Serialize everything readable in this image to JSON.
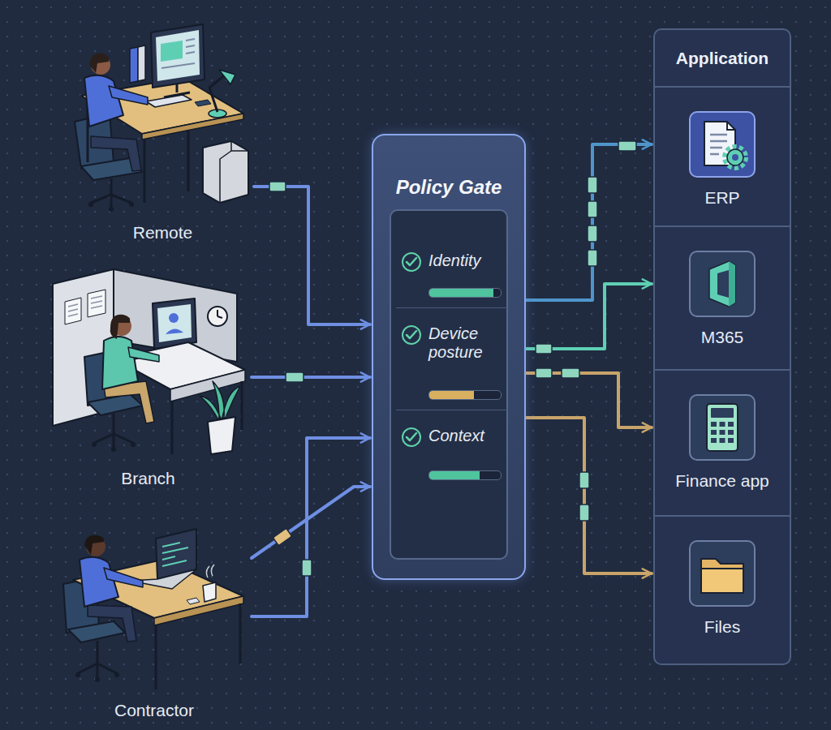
{
  "diagram": {
    "nodes": [
      {
        "text": [
          "Remote"
        ]
      },
      {
        "text": [
          "Branch"
        ]
      },
      {
        "text": [
          "Contractor"
        ]
      },
      {
        "text": [
          "Policy Gate"
        ]
      },
      {
        "text": [
          "Identity"
        ],
        "in": 3
      },
      {
        "text": [
          "Device posture"
        ],
        "in": 3
      },
      {
        "text": [
          "Context"
        ],
        "in": 3
      },
      {
        "text": [
          "Application"
        ]
      },
      {
        "text": [
          "ERP"
        ],
        "in": 7
      },
      {
        "text": [
          "M365"
        ],
        "in": 7
      },
      {
        "text": [
          "Finance app"
        ],
        "in": 7
      },
      {
        "text": [
          "Files"
        ],
        "in": 7
      }
    ],
    "edges": [
      {
        "from": 0,
        "to": 3,
        "arrow": "to"
      },
      {
        "from": 1,
        "to": 3,
        "arrow": "to"
      },
      {
        "from": 2,
        "to": 3,
        "arrow": "to"
      },
      {
        "from": 2,
        "to": 3,
        "arrow": "to"
      },
      {
        "from": 3,
        "to": 8,
        "arrow": "to"
      },
      {
        "from": 3,
        "to": 9,
        "arrow": "to"
      },
      {
        "from": 3,
        "to": 10,
        "arrow": "to"
      },
      {
        "from": 3,
        "to": 11,
        "arrow": "to"
      }
    ]
  }
}
